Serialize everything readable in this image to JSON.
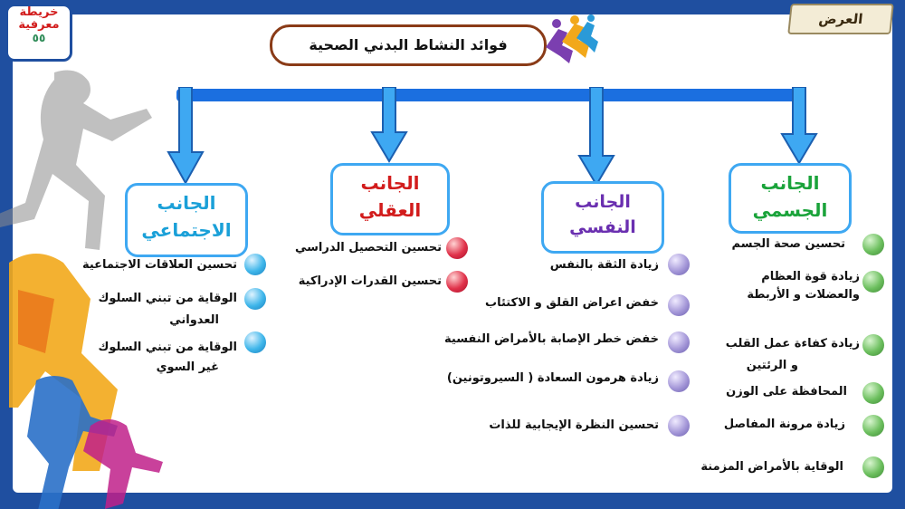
{
  "badge": {
    "line1": "خريطة",
    "line2": "معرفية",
    "line3": "٥٥"
  },
  "ribbon": {
    "label": "العرض"
  },
  "title": {
    "text": "فوائد النشاط البدني الصحية"
  },
  "colors": {
    "frame": "#1f4fa0",
    "connector": "#1b6fe0",
    "header_border": "#3ea8f2",
    "physical": "#1aa33a",
    "psych": "#6a2fb0",
    "mental": "#d21c1c",
    "social": "#1aa0d8"
  },
  "physical": {
    "line1": "الجانب",
    "line2": "الجسمي",
    "items": [
      {
        "lines": [
          "تحسين صحة الجسم"
        ]
      },
      {
        "lines": [
          "زيادة قوة العظام",
          "والعضلات و الأربطة"
        ]
      },
      {
        "lines": [
          "زيادة كفاءة عمل القلب",
          "و الرئتين"
        ]
      },
      {
        "lines": [
          "المحافظة على الوزن"
        ]
      },
      {
        "lines": [
          "زيادة مرونة المفاصل"
        ]
      },
      {
        "lines": [
          "الوقاية بالأمراض المزمنة"
        ]
      }
    ]
  },
  "psych": {
    "line1": "الجانب",
    "line2": "النفسي",
    "items": [
      {
        "lines": [
          "زيادة الثقة بالنفس"
        ]
      },
      {
        "lines": [
          "خفض اعراض القلق و الاكتئاب"
        ]
      },
      {
        "lines": [
          "خفض خطر الإصابة بالأمراض النفسية"
        ]
      },
      {
        "lines": [
          "زيادة هرمون السعادة ( السيروتونين)"
        ]
      },
      {
        "lines": [
          "تحسين النظرة الإيجابية للذات"
        ]
      }
    ]
  },
  "mental": {
    "line1": "الجانب",
    "line2": "العقلي",
    "items": [
      {
        "lines": [
          "تحسين التحصيل الدراسي"
        ]
      },
      {
        "lines": [
          "تحسين القدرات الإدراكية"
        ]
      }
    ]
  },
  "social": {
    "line1": "الجانب",
    "line2": "الاجتماعي",
    "items": [
      {
        "lines": [
          "تحسين العلاقات الاجتماعية"
        ]
      },
      {
        "lines": [
          "الوقاية من تبني السلوك",
          "العدواني"
        ]
      },
      {
        "lines": [
          "الوقاية من تبني السلوك",
          "غير السوي"
        ]
      }
    ]
  }
}
